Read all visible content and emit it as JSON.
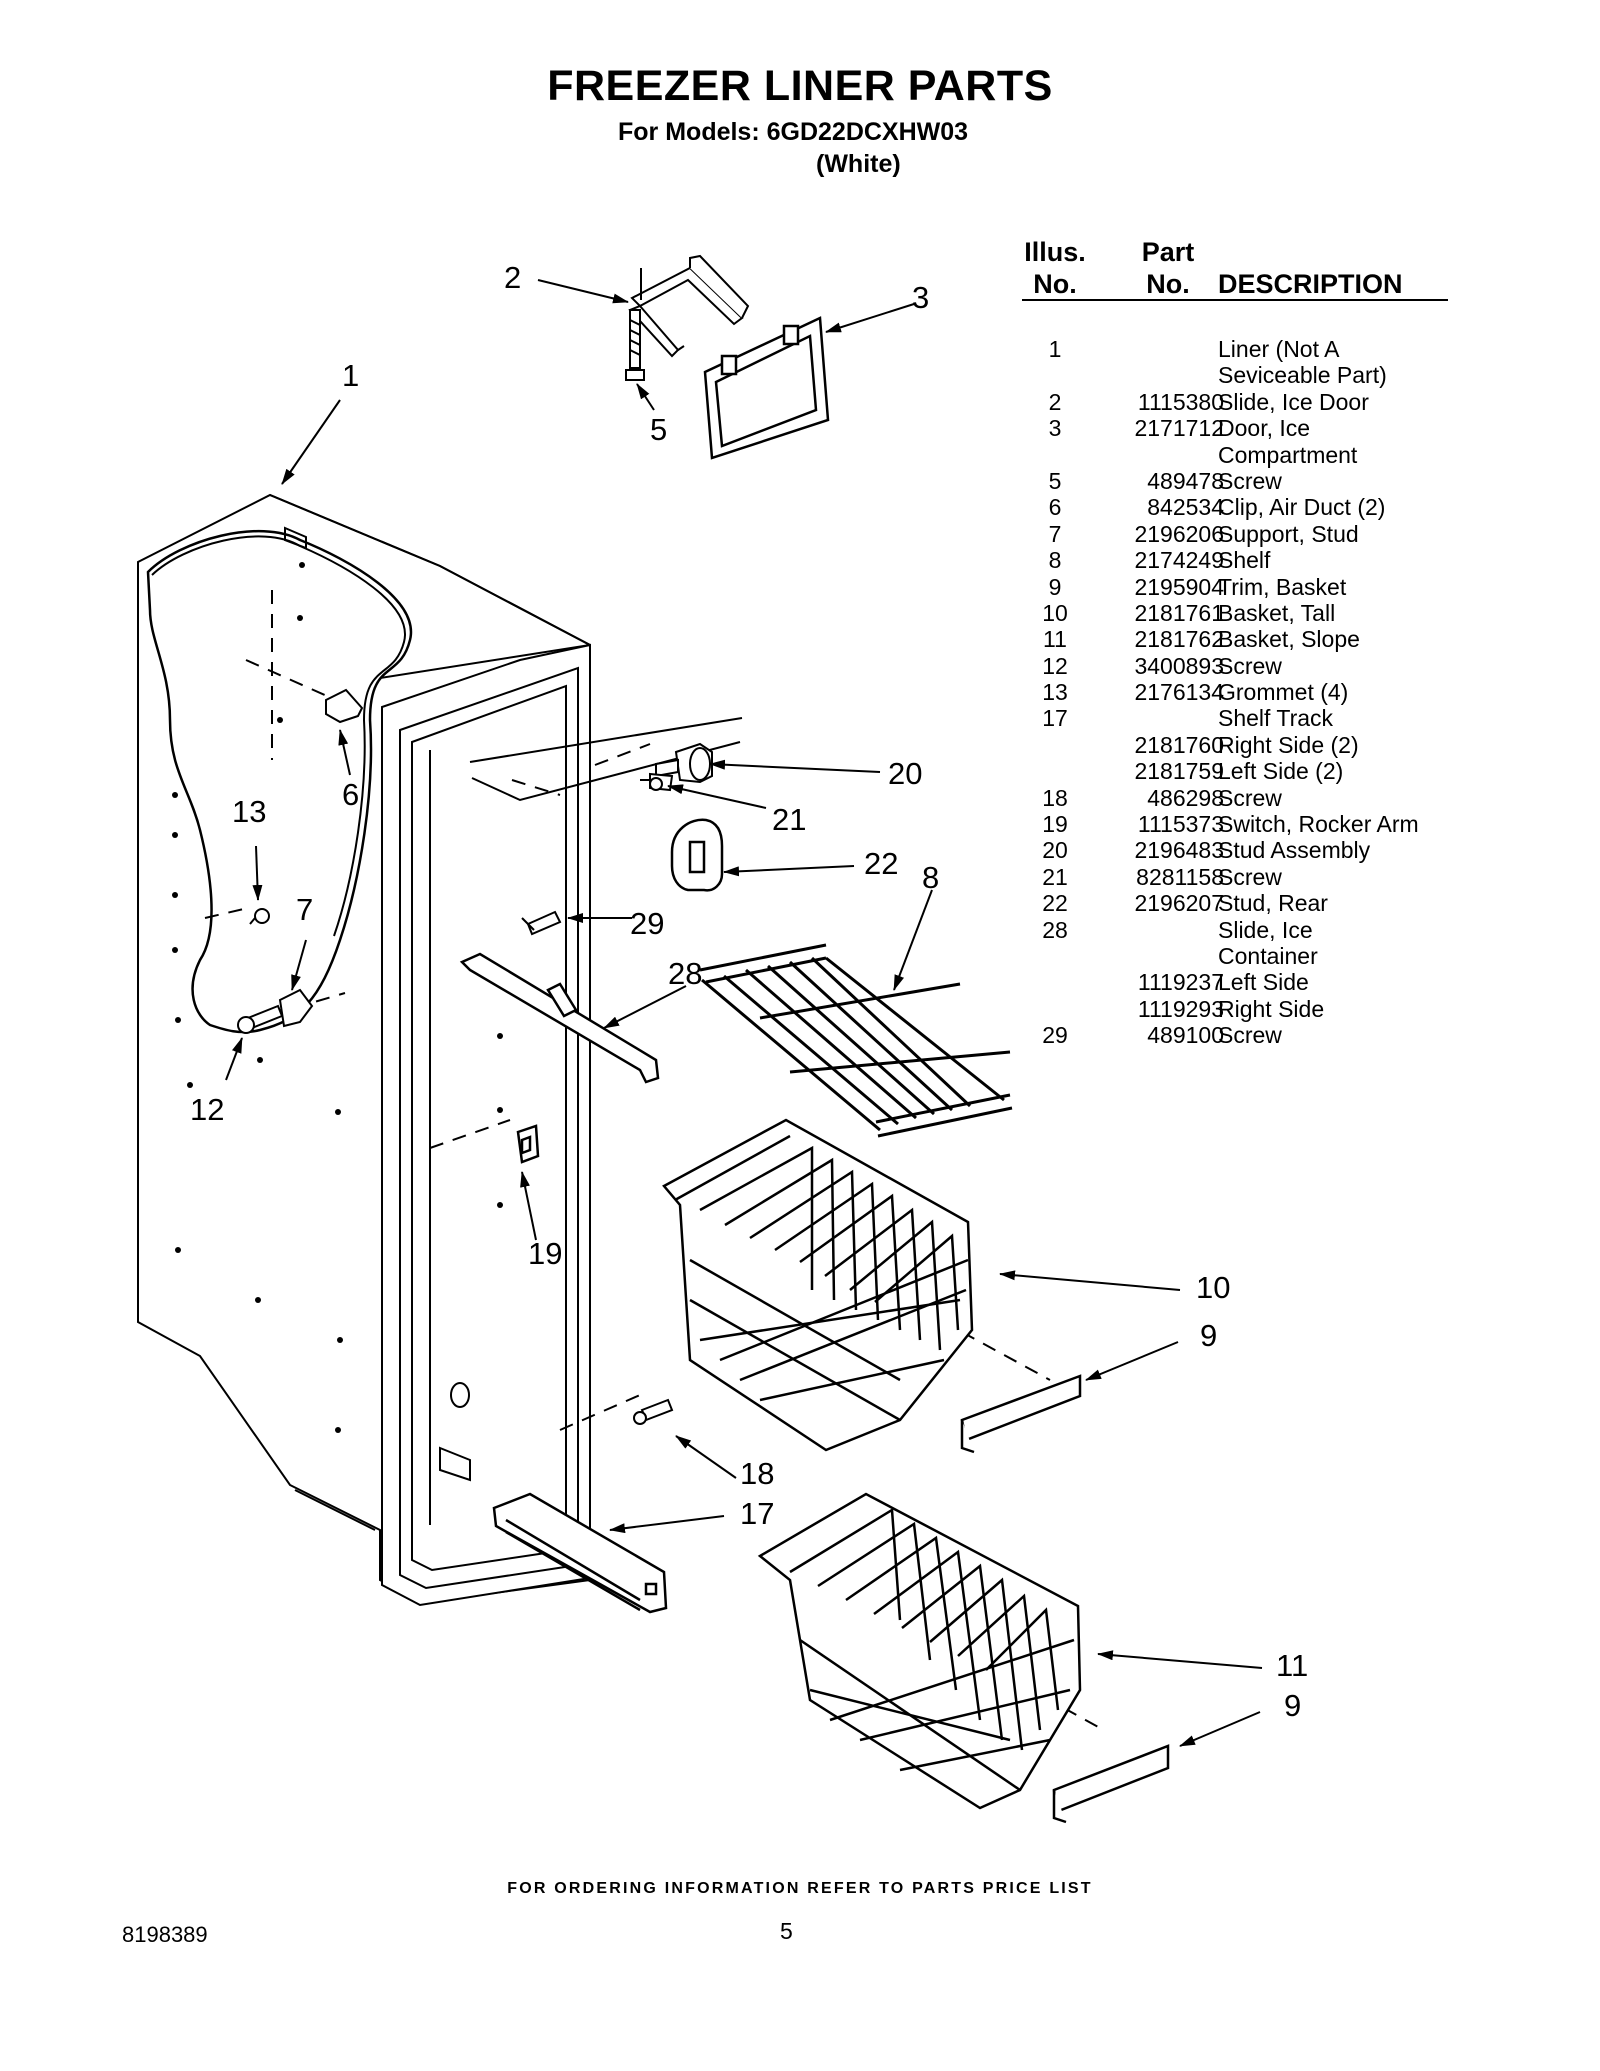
{
  "page": {
    "title": "FREEZER LINER PARTS",
    "models_line": "For Models: 6GD22DCXHW03",
    "color_line": "(White)",
    "footer": "FOR ORDERING INFORMATION REFER TO PARTS PRICE LIST",
    "document_number": "8198389",
    "page_number": "5"
  },
  "table": {
    "headers": {
      "illus_top": "Illus.",
      "illus_bottom": "No.",
      "part_top": "Part",
      "part_bottom": "No.",
      "description": "DESCRIPTION"
    },
    "rows": [
      {
        "illus": "1",
        "part": "",
        "desc": "Liner (Not A"
      },
      {
        "illus": "",
        "part": "",
        "desc": "Seviceable Part)"
      },
      {
        "illus": "2",
        "part": "1115380",
        "desc": "Slide, Ice Door"
      },
      {
        "illus": "3",
        "part": "2171712",
        "desc": "Door, Ice"
      },
      {
        "illus": "",
        "part": "",
        "desc": "Compartment"
      },
      {
        "illus": "5",
        "part": "489478",
        "desc": "Screw"
      },
      {
        "illus": "6",
        "part": "842534",
        "desc": "Clip, Air Duct (2)"
      },
      {
        "illus": "7",
        "part": "2196206",
        "desc": "Support, Stud"
      },
      {
        "illus": "8",
        "part": "2174249",
        "desc": "Shelf"
      },
      {
        "illus": "9",
        "part": "2195904",
        "desc": "Trim, Basket"
      },
      {
        "illus": "10",
        "part": "2181761",
        "desc": "Basket, Tall"
      },
      {
        "illus": "11",
        "part": "2181762",
        "desc": "Basket, Slope"
      },
      {
        "illus": "12",
        "part": "3400893",
        "desc": "Screw"
      },
      {
        "illus": "13",
        "part": "2176134",
        "desc": "Grommet (4)"
      },
      {
        "illus": "17",
        "part": "",
        "desc": "Shelf Track"
      },
      {
        "illus": "",
        "part": "2181760",
        "desc": "Right Side (2)"
      },
      {
        "illus": "",
        "part": "2181759",
        "desc": "Left Side (2)"
      },
      {
        "illus": "18",
        "part": "486298",
        "desc": "Screw"
      },
      {
        "illus": "19",
        "part": "1115373",
        "desc": "Switch, Rocker Arm"
      },
      {
        "illus": "20",
        "part": "2196483",
        "desc": "Stud Assembly"
      },
      {
        "illus": "21",
        "part": "8281158",
        "desc": "Screw"
      },
      {
        "illus": "22",
        "part": "2196207",
        "desc": "Stud, Rear"
      },
      {
        "illus": "28",
        "part": "",
        "desc": "Slide, Ice"
      },
      {
        "illus": "",
        "part": "",
        "desc": "Container"
      },
      {
        "illus": "",
        "part": "1119237",
        "desc": "Left Side"
      },
      {
        "illus": "",
        "part": "1119293",
        "desc": "Right Side"
      },
      {
        "illus": "29",
        "part": "489100",
        "desc": "Screw"
      }
    ]
  },
  "callouts": [
    "1",
    "2",
    "3",
    "5",
    "6",
    "7",
    "8",
    "9",
    "9",
    "10",
    "11",
    "12",
    "13",
    "17",
    "18",
    "19",
    "20",
    "21",
    "22",
    "28",
    "29"
  ]
}
